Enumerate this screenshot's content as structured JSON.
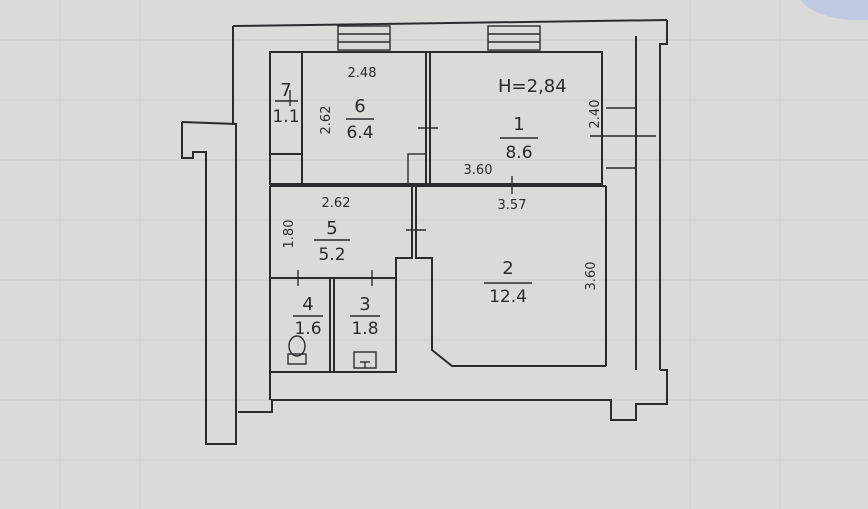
{
  "floorplan": {
    "height_note": "H=2,84",
    "rooms": [
      {
        "number": "1",
        "area": "8.6"
      },
      {
        "number": "2",
        "area": "12.4"
      },
      {
        "number": "3",
        "area": "1.8"
      },
      {
        "number": "4",
        "area": "1.6"
      },
      {
        "number": "5",
        "area": "5.2"
      },
      {
        "number": "6",
        "area": "6.4"
      },
      {
        "number": "7",
        "area": "1.1"
      }
    ],
    "dimensions": {
      "room6_width": "2.48",
      "room6_depth": "2.62",
      "room1_width": "3.60",
      "room1_depth": "2.40",
      "room5_width": "2.62",
      "room5_depth": "1.80",
      "room2_width": "3.57",
      "room2_depth": "3.60"
    }
  }
}
